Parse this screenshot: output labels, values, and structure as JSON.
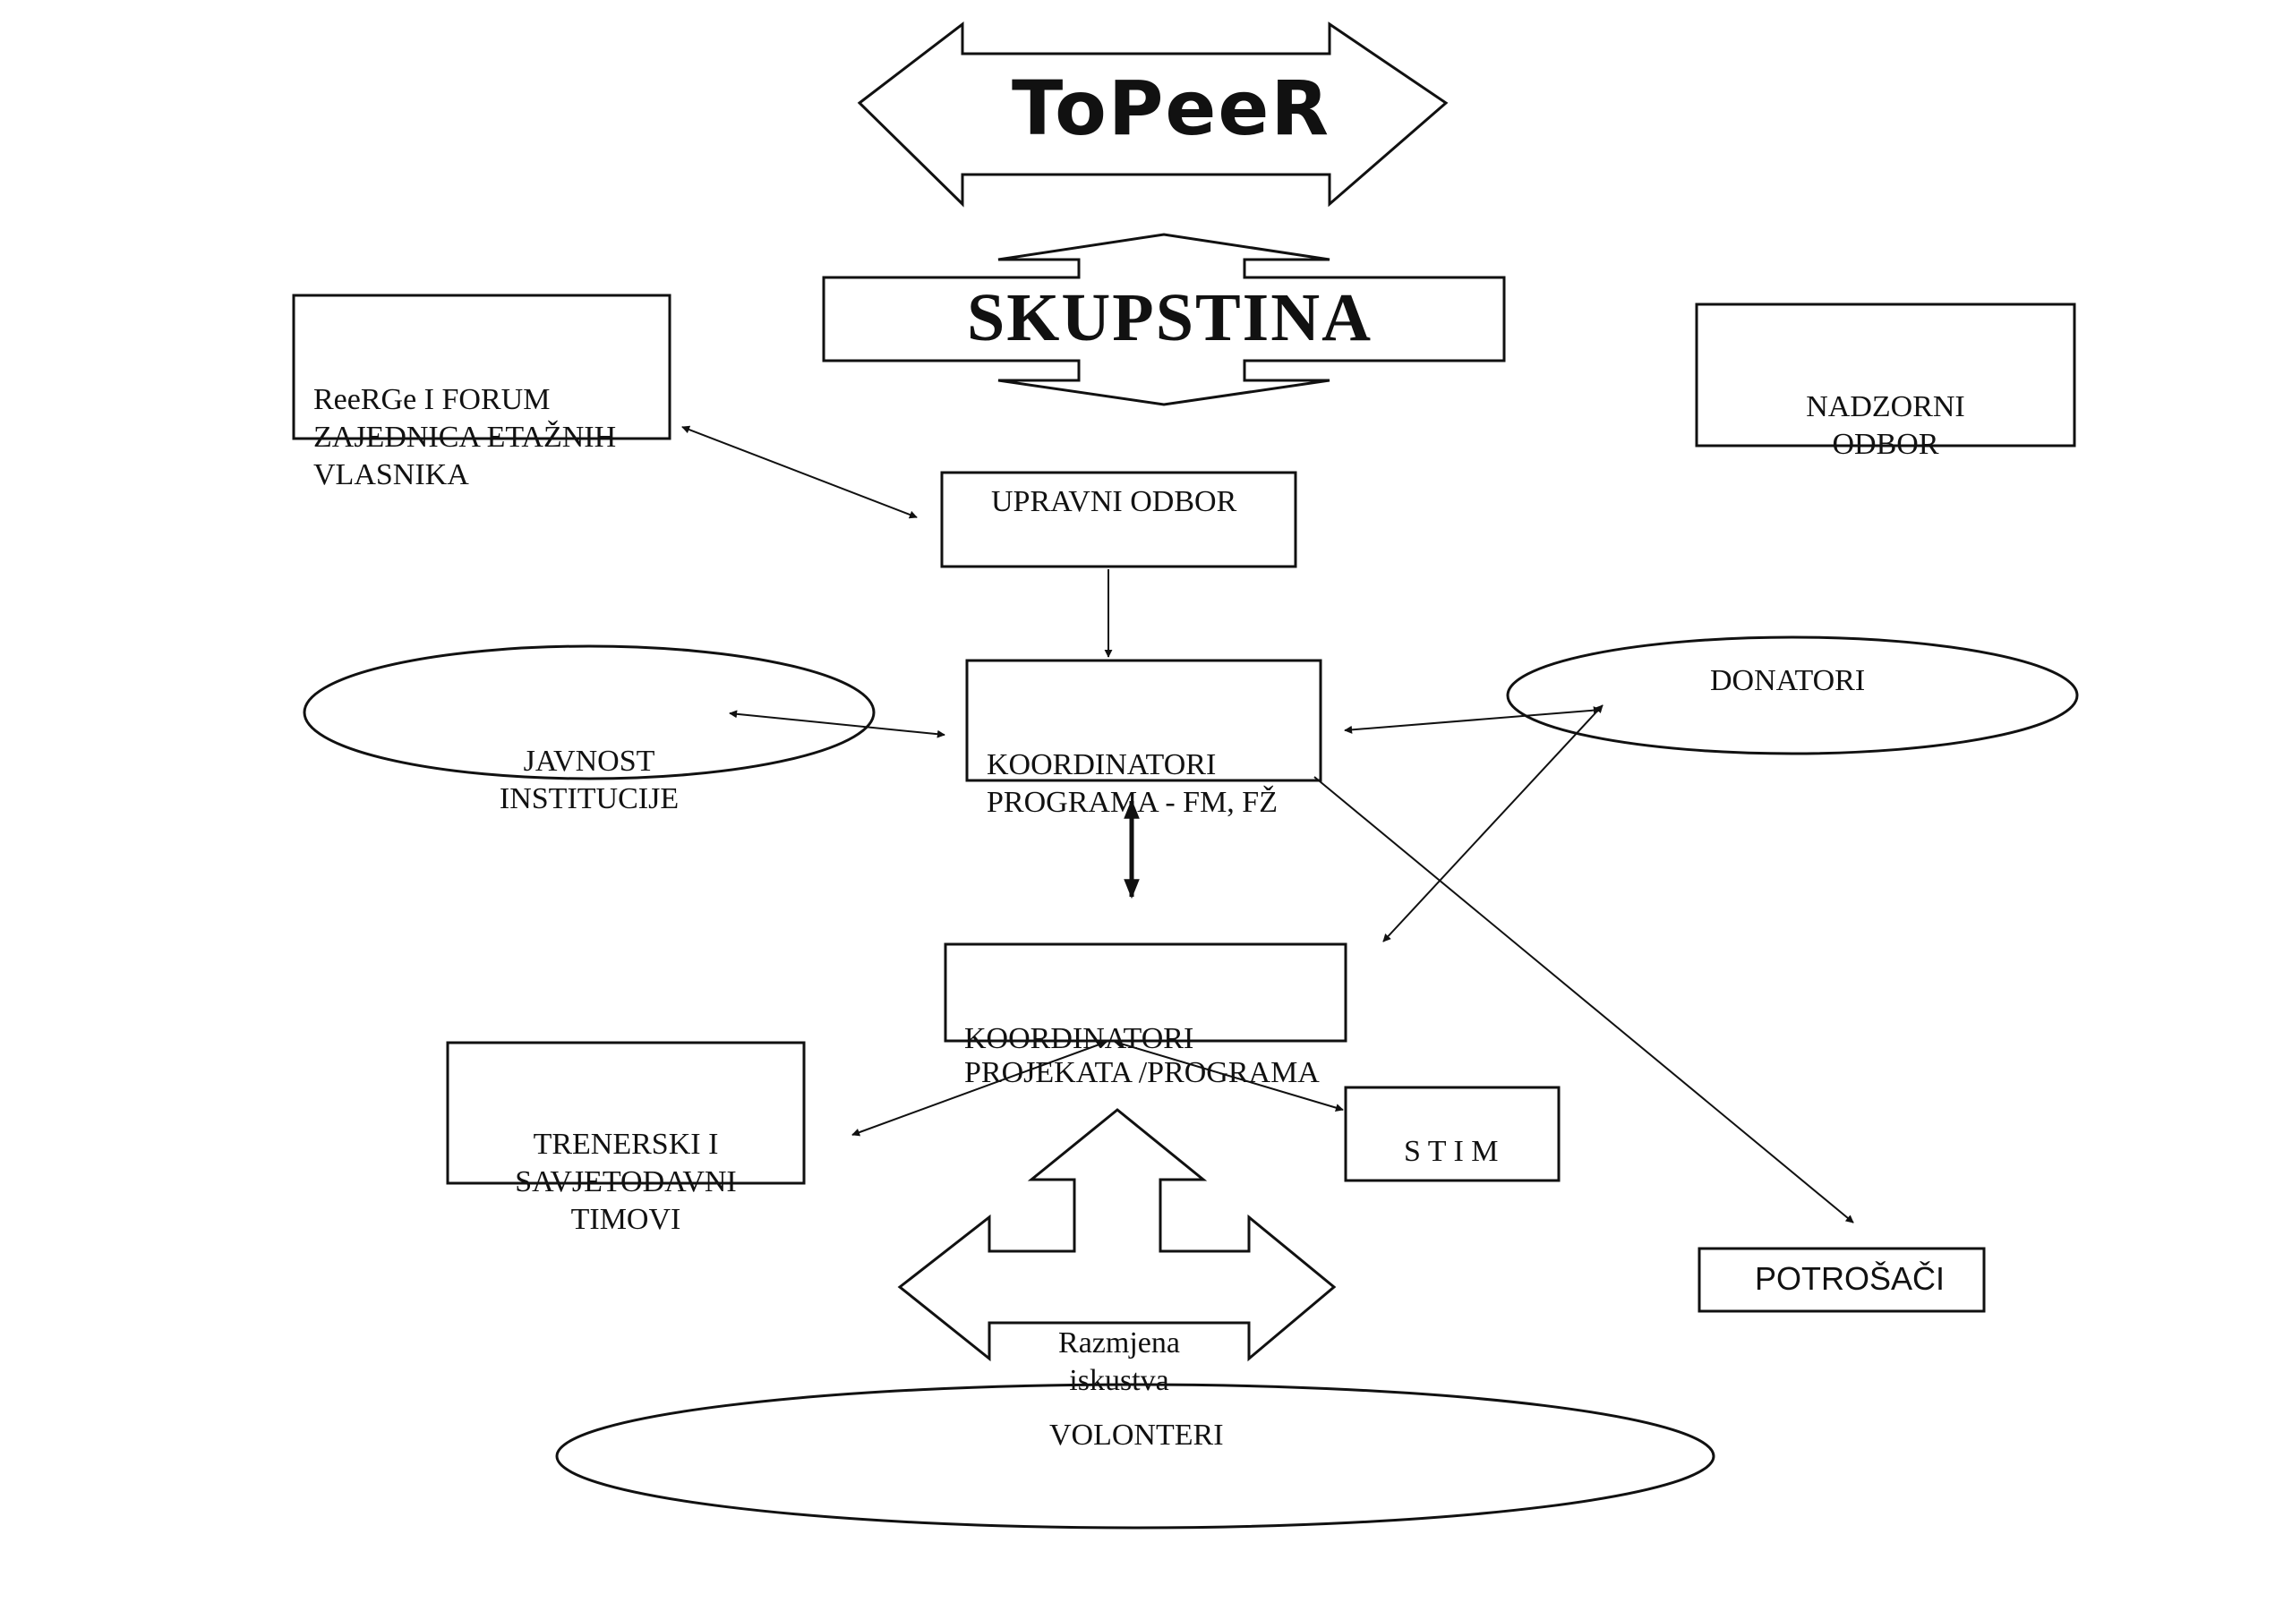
{
  "header": {
    "logo_text": "ToPeeR",
    "title": "SKUPSTINA"
  },
  "nodes": {
    "forum": [
      "ReeRGe I FORUM",
      "ZAJEDNICA ETAŽNIH",
      "VLASNIKA"
    ],
    "nadzorni": [
      "NADZORNI",
      "ODBOR"
    ],
    "upravni": "UPRAVNI ODBOR",
    "javnost": [
      "JAVNOST",
      "INSTITUCIJE"
    ],
    "koord_programa": [
      "KOORDINATORI",
      "PROGRAMA - FM, FŽ"
    ],
    "donatori": "DONATORI",
    "koord_projekata": [
      "KOORDINATORI",
      "PROJEKATA /PROGRAMA"
    ],
    "trenerski": [
      "TRENERSKI I",
      "SAVJETODAVNI",
      "TIMOVI"
    ],
    "stim": "S T I M",
    "razmjena": [
      "Razmjena",
      "iskustva"
    ],
    "potrosaci": "POTROŠAČI",
    "volonteri": "VOLONTERI"
  },
  "colors": {
    "ink": "#111111",
    "background": "#ffffff"
  }
}
